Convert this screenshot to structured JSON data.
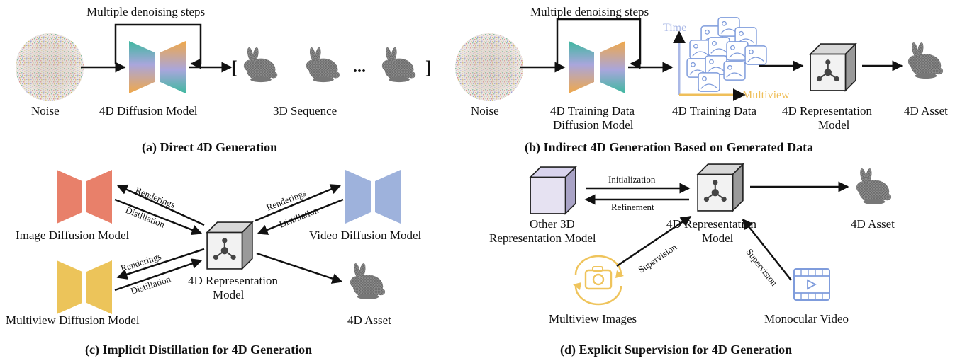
{
  "panel_a": {
    "loop_label": "Multiple denoising steps",
    "noise_label": "Noise",
    "model_label": "4D Diffusion Model",
    "bracket_open": "[",
    "ellipsis": "...",
    "bracket_close": "]",
    "sequence_label": "3D Sequence",
    "caption": "(a) Direct 4D Generation"
  },
  "panel_b": {
    "loop_label": "Multiple denoising steps",
    "noise_label": "Noise",
    "model_label_line1": "4D Training Data",
    "model_label_line2": "Diffusion Model",
    "axis_time": "Time",
    "axis_multiview": "Multiview",
    "data_label": "4D Training Data",
    "repr_label_line1": "4D Representation",
    "repr_label_line2": "Model",
    "asset_label": "4D Asset",
    "caption": "(b) Indirect 4D Generation Based on Generated Data"
  },
  "panel_c": {
    "image_model": "Image Diffusion Model",
    "video_model": "Video Diffusion Model",
    "multiview_model": "Multiview Diffusion Model",
    "renderings": "Renderings",
    "distillation": "Distillation",
    "repr_label_line1": "4D Representation",
    "repr_label_line2": "Model",
    "asset_label": "4D Asset",
    "caption": "(c) Implicit Distillation for 4D Generation"
  },
  "panel_d": {
    "other_line1": "Other 3D",
    "other_line2": "Representation Model",
    "initialization": "Initialization",
    "refinement": "Refinement",
    "repr_label_line1": "4D Representation",
    "repr_label_line2": "Model",
    "asset_label": "4D Asset",
    "supervision": "Supervision",
    "multiview_images": "Multiview Images",
    "monocular_video": "Monocular Video",
    "caption": "(d) Explicit Supervision for 4D Generation"
  },
  "colors": {
    "diffusion_red": "#e8806a",
    "diffusion_blue": "#9eb2dc",
    "diffusion_yellow": "#ecc45a",
    "cube_face": "#f2f2f2",
    "cube_side": "#9a9a9a",
    "cube_top": "#d8d8d8",
    "other_cube": "#e6e2f2",
    "time_axis": "#aab8e6",
    "multiview_axis": "#efbf5a",
    "icon_blue": "#7f9cdc",
    "icon_yellow": "#efc45c"
  }
}
